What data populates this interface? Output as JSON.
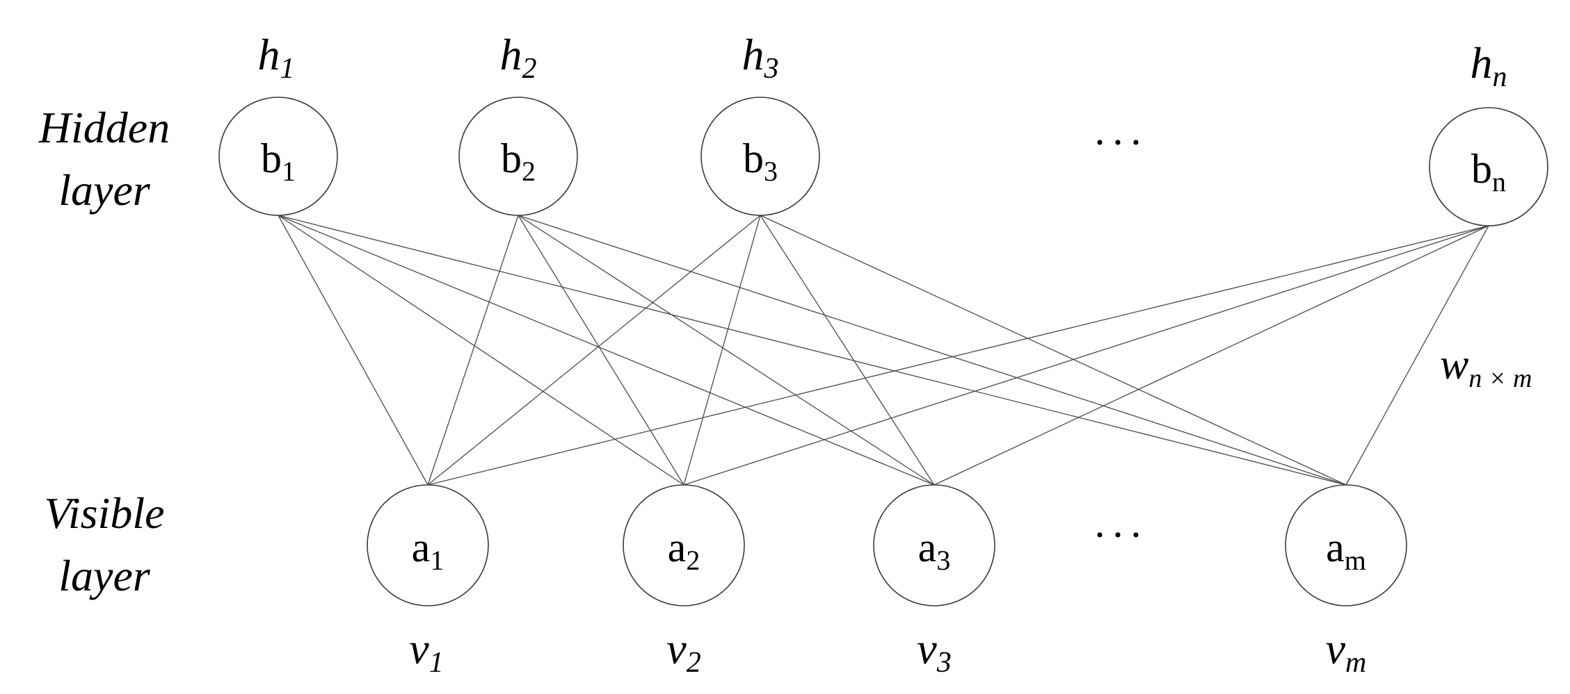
{
  "hidden_layer": {
    "label_line1": "Hidden",
    "label_line2": "layer",
    "nodes": [
      {
        "base": "b",
        "sub": "1",
        "var_base": "h",
        "var_sub": "1"
      },
      {
        "base": "b",
        "sub": "2",
        "var_base": "h",
        "var_sub": "2"
      },
      {
        "base": "b",
        "sub": "3",
        "var_base": "h",
        "var_sub": "3"
      },
      {
        "base": "b",
        "sub": "n",
        "var_base": "h",
        "var_sub": "n"
      }
    ],
    "ellipsis": "···"
  },
  "visible_layer": {
    "label_line1": "Visible",
    "label_line2": "layer",
    "nodes": [
      {
        "base": "a",
        "sub": "1",
        "var_base": "v",
        "var_sub": "1"
      },
      {
        "base": "a",
        "sub": "2",
        "var_base": "v",
        "var_sub": "2"
      },
      {
        "base": "a",
        "sub": "3",
        "var_base": "v",
        "var_sub": "3"
      },
      {
        "base": "a",
        "sub": "m",
        "var_base": "v",
        "var_sub": "m"
      }
    ],
    "ellipsis": "···"
  },
  "weights": {
    "base": "w",
    "sub": "n × m"
  }
}
